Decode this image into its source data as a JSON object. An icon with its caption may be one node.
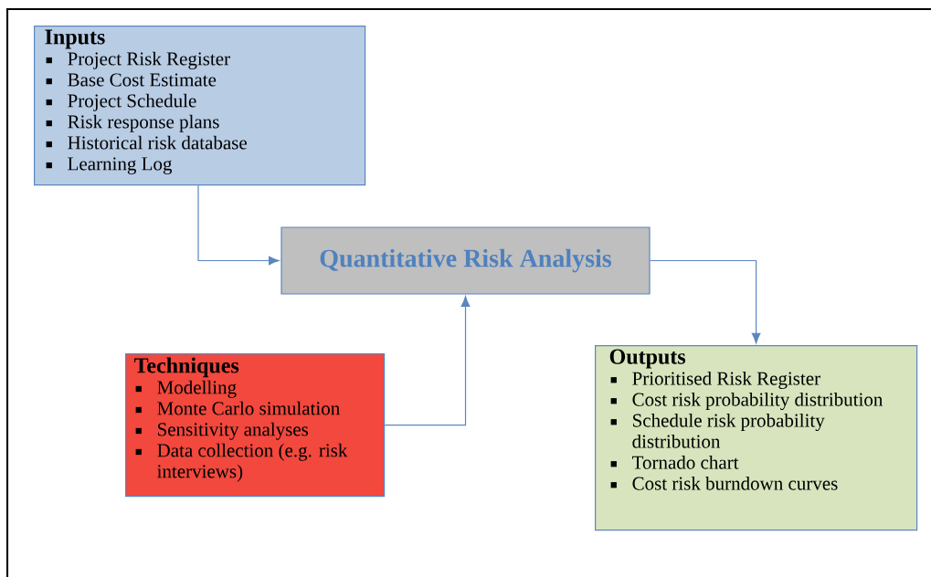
{
  "diagram": {
    "nodes": [
      {
        "text": [
          "Inputs",
          "Project Risk Register",
          "Base Cost Estimate",
          "Project Schedule",
          "Risk response plans",
          "Historical risk database",
          "Learning Log"
        ]
      },
      {
        "text": [
          "Quantitative Risk Analysis"
        ]
      },
      {
        "text": [
          "Techniques",
          "Modelling",
          "Monte Carlo simulation",
          "Sensitivity analyses",
          "Data collection (e.g. risk interviews)"
        ]
      },
      {
        "text": [
          "Outputs",
          "Prioritised Risk Register",
          "Cost risk probability  distribution",
          "Schedule risk probability distribution",
          "Tornado chart",
          "Cost risk burndown curves"
        ]
      }
    ],
    "edges": [
      {
        "from": 0,
        "to": 1,
        "arrow": "to"
      },
      {
        "from": 2,
        "to": 1,
        "arrow": "to"
      },
      {
        "from": 1,
        "to": 3,
        "arrow": "to"
      }
    ]
  }
}
